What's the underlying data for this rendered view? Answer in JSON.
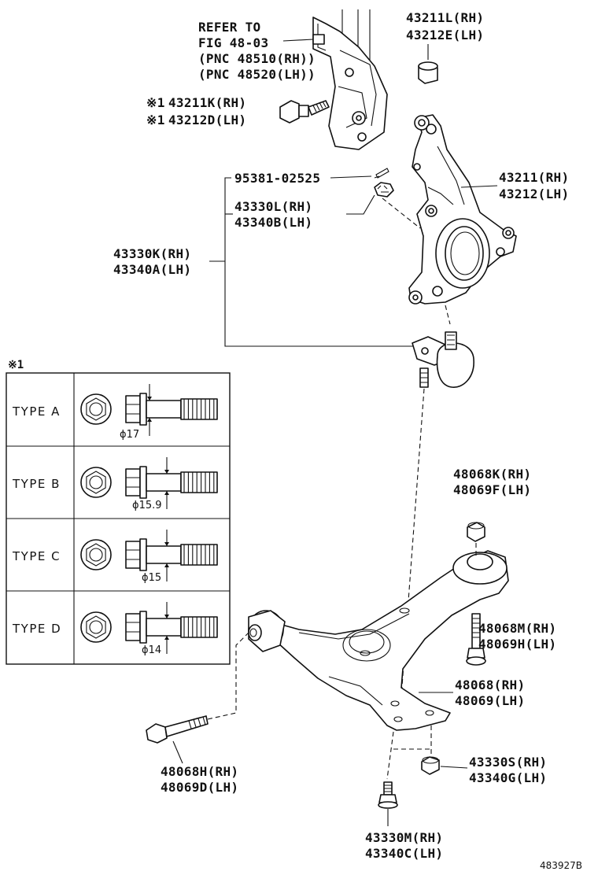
{
  "labels": {
    "refer_line1": "REFER TO",
    "refer_line2": "FIG 48-03",
    "refer_line3": "(PNC 48510(RH))",
    "refer_line4": "(PNC 48520(LH))",
    "bushing_nut_rh": "43211L(RH)",
    "bushing_nut_lh": "43212E(LH)",
    "knuckle_bolt_mark": "※1",
    "knuckle_bolt_rh": "43211K(RH)",
    "knuckle_bolt_lh": "43212D(LH)",
    "cotter_pin": "95381-02525",
    "castle_nut_rh": "43330L(RH)",
    "castle_nut_lh": "43340B(LH)",
    "knuckle_rh": "43211(RH)",
    "knuckle_lh": "43212(LH)",
    "ball_joint_rh": "43330K(RH)",
    "ball_joint_lh": "43340A(LH)",
    "arm_nut_rh": "48068K(RH)",
    "arm_nut_lh": "48069F(LH)",
    "arm_bolt_rh": "48068M(RH)",
    "arm_bolt_lh": "48069H(LH)",
    "arm_rh": "48068(RH)",
    "arm_lh": "48069(LH)",
    "front_bolt_rh": "48068H(RH)",
    "front_bolt_lh": "48069D(LH)",
    "joint_nut_rh": "43330S(RH)",
    "joint_nut_lh": "43340G(LH)",
    "joint_bolt_rh": "43330M(RH)",
    "joint_bolt_lh": "43340C(LH)"
  },
  "table": {
    "mark": "※1",
    "rows": [
      {
        "type": "TYPE A",
        "dimension": "ϕ17"
      },
      {
        "type": "TYPE B",
        "dimension": "ϕ15.9"
      },
      {
        "type": "TYPE C",
        "dimension": "ϕ15"
      },
      {
        "type": "TYPE D",
        "dimension": "ϕ14"
      }
    ]
  },
  "figure_id": "483927B"
}
